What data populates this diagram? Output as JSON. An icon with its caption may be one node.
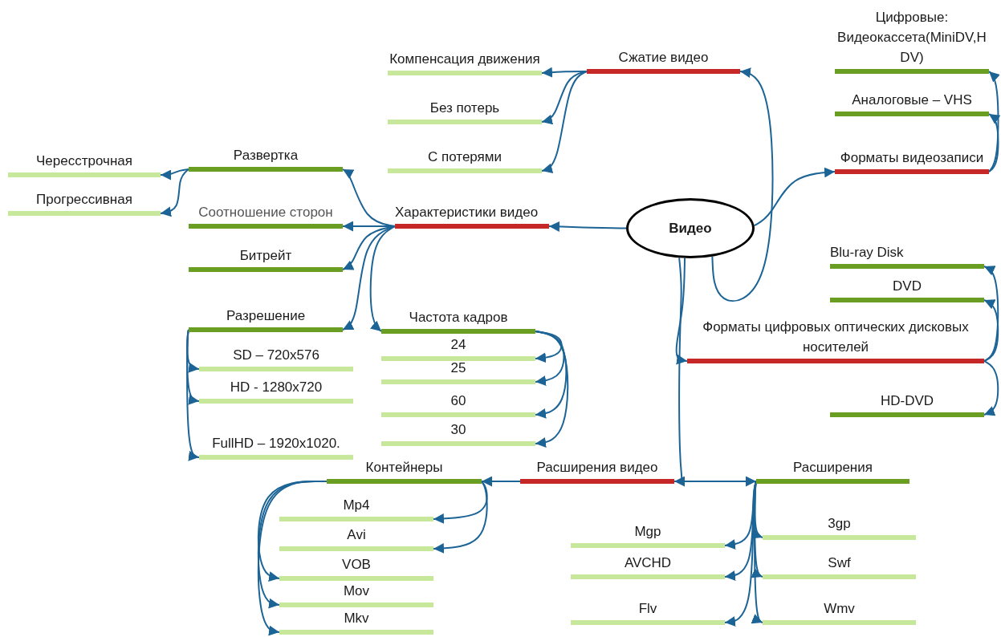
{
  "diagram": {
    "nodes": [
      {
        "text": [
          "Видео"
        ]
      },
      {
        "text": [
          "Сжатие видео"
        ]
      },
      {
        "text": [
          "Компенсация движения"
        ]
      },
      {
        "text": [
          "Без потерь"
        ]
      },
      {
        "text": [
          "С потерями"
        ]
      },
      {
        "text": [
          "Характеристики видео"
        ]
      },
      {
        "text": [
          "Развертка"
        ]
      },
      {
        "text": [
          "Чересстрочная"
        ]
      },
      {
        "text": [
          "Прогрессивная"
        ]
      },
      {
        "text": [
          "Соотношение сторон"
        ]
      },
      {
        "text": [
          "Битрейт"
        ]
      },
      {
        "text": [
          "Разрешение"
        ]
      },
      {
        "text": [
          "SD – 720x576"
        ]
      },
      {
        "text": [
          "HD - 1280x720"
        ]
      },
      {
        "text": [
          "FullHD – 1920x1020."
        ]
      },
      {
        "text": [
          "Частота кадров"
        ]
      },
      {
        "text": [
          "24"
        ]
      },
      {
        "text": [
          "25"
        ]
      },
      {
        "text": [
          "60"
        ]
      },
      {
        "text": [
          "30"
        ]
      },
      {
        "text": [
          "Расширения видео"
        ]
      },
      {
        "text": [
          "Контейнеры"
        ]
      },
      {
        "text": [
          "Mp4"
        ]
      },
      {
        "text": [
          "Avi"
        ]
      },
      {
        "text": [
          "VOB"
        ]
      },
      {
        "text": [
          "Mov"
        ]
      },
      {
        "text": [
          "Mkv"
        ]
      },
      {
        "text": [
          "Расширения"
        ]
      },
      {
        "text": [
          "Mgp"
        ]
      },
      {
        "text": [
          "AVCHD"
        ]
      },
      {
        "text": [
          "Flv"
        ]
      },
      {
        "text": [
          "3gp"
        ]
      },
      {
        "text": [
          "Swf"
        ]
      },
      {
        "text": [
          "Wmv"
        ]
      },
      {
        "text": [
          "Форматы видеозаписи"
        ]
      },
      {
        "text": [
          "Цифровые: Видеокассета(MiniDV,HDV)"
        ]
      },
      {
        "text": [
          "Аналоговые – VHS"
        ]
      },
      {
        "text": [
          "Форматы цифровых оптических дисковых носителей"
        ]
      },
      {
        "text": [
          "Blu-ray Disk"
        ]
      },
      {
        "text": [
          "DVD"
        ]
      },
      {
        "text": [
          "HD-DVD"
        ]
      }
    ],
    "edges": [
      {
        "from": 0,
        "to": 1,
        "arrow": "to"
      },
      {
        "from": 1,
        "to": 2,
        "arrow": "to"
      },
      {
        "from": 1,
        "to": 3,
        "arrow": "to"
      },
      {
        "from": 1,
        "to": 4,
        "arrow": "to"
      },
      {
        "from": 0,
        "to": 5,
        "arrow": "to"
      },
      {
        "from": 5,
        "to": 6,
        "arrow": "to"
      },
      {
        "from": 5,
        "to": 9,
        "arrow": "to"
      },
      {
        "from": 5,
        "to": 10,
        "arrow": "to"
      },
      {
        "from": 5,
        "to": 11,
        "arrow": "to"
      },
      {
        "from": 5,
        "to": 15,
        "arrow": "to"
      },
      {
        "from": 6,
        "to": 7,
        "arrow": "to"
      },
      {
        "from": 6,
        "to": 8,
        "arrow": "to"
      },
      {
        "from": 11,
        "to": 12,
        "arrow": "to"
      },
      {
        "from": 11,
        "to": 13,
        "arrow": "to"
      },
      {
        "from": 11,
        "to": 14,
        "arrow": "to"
      },
      {
        "from": 15,
        "to": 16,
        "arrow": "to"
      },
      {
        "from": 15,
        "to": 17,
        "arrow": "to"
      },
      {
        "from": 15,
        "to": 18,
        "arrow": "to"
      },
      {
        "from": 15,
        "to": 19,
        "arrow": "to"
      },
      {
        "from": 0,
        "to": 34,
        "arrow": "to"
      },
      {
        "from": 34,
        "to": 35,
        "arrow": "to"
      },
      {
        "from": 34,
        "to": 36,
        "arrow": "to"
      },
      {
        "from": 0,
        "to": 37,
        "arrow": "to"
      },
      {
        "from": 37,
        "to": 38,
        "arrow": "to"
      },
      {
        "from": 37,
        "to": 39,
        "arrow": "to"
      },
      {
        "from": 37,
        "to": 40,
        "arrow": "to"
      },
      {
        "from": 0,
        "to": 20,
        "arrow": "to"
      },
      {
        "from": 20,
        "to": 21,
        "arrow": "to"
      },
      {
        "from": 20,
        "to": 27,
        "arrow": "to"
      },
      {
        "from": 21,
        "to": 22,
        "arrow": "to"
      },
      {
        "from": 21,
        "to": 23,
        "arrow": "to"
      },
      {
        "from": 21,
        "to": 24,
        "arrow": "to"
      },
      {
        "from": 21,
        "to": 25,
        "arrow": "to"
      },
      {
        "from": 21,
        "to": 26,
        "arrow": "to"
      },
      {
        "from": 27,
        "to": 28,
        "arrow": "to"
      },
      {
        "from": 27,
        "to": 29,
        "arrow": "to"
      },
      {
        "from": 27,
        "to": 30,
        "arrow": "to"
      },
      {
        "from": 27,
        "to": 31,
        "arrow": "to"
      },
      {
        "from": 27,
        "to": 32,
        "arrow": "to"
      },
      {
        "from": 27,
        "to": 33,
        "arrow": "to"
      }
    ]
  }
}
